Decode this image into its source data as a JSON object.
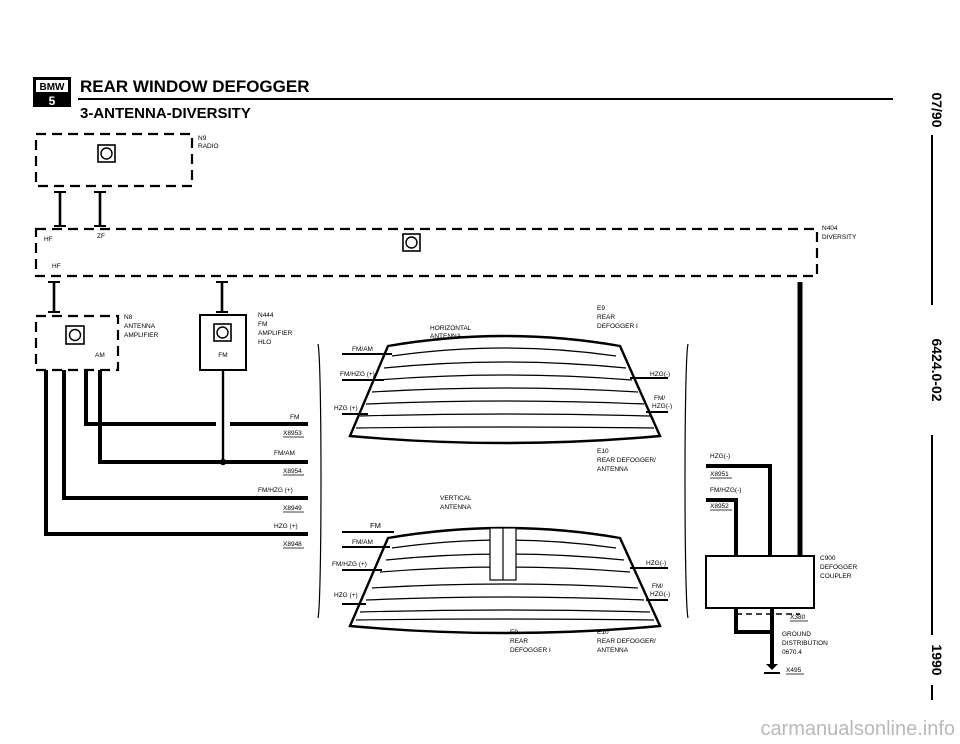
{
  "header": {
    "logo_text": "BMW",
    "series": "5",
    "title": "REAR WINDOW DEFOGGER",
    "subtitle": "3-ANTENNA-DIVERSITY"
  },
  "side_labels": {
    "date": "07/90",
    "doc_number": "6424.0-02",
    "year": "1990"
  },
  "components": {
    "radio": {
      "code": "N9",
      "name": "RADIO"
    },
    "diversity": {
      "code": "N404",
      "name": "DIVERSITY",
      "label_hf_top": "HF",
      "label_zf": "ZF",
      "label_hf_bottom": "HF"
    },
    "antenna_amp": {
      "code": "N8",
      "name1": "ANTENNA",
      "name2": "AMPLIFIER",
      "am": "AM"
    },
    "fm_amp": {
      "code": "N444",
      "name1": "FM",
      "name2": "AMPLIFIER",
      "name3": "HLO",
      "fm": "FM"
    },
    "defogger_top": {
      "code": "E9",
      "name1": "REAR",
      "name2": "DEFOGGER I"
    },
    "defogger_ant": {
      "code": "E10",
      "name1": "REAR DEFOGGER/",
      "name2": "ANTENNA"
    },
    "defogger_bottom": {
      "code": "E9",
      "name1": "REAR",
      "name2": "DEFOGGER I"
    },
    "defogger_ant_bottom": {
      "code": "E10",
      "name1": "REAR DEFOGGER/",
      "name2": "ANTENNA"
    },
    "coupler": {
      "code": "C900",
      "name1": "DEFOGGER",
      "name2": "COUPLER"
    },
    "ground": {
      "name1": "GROUND",
      "name2": "DISTRIBUTION",
      "ref": "0670.4"
    }
  },
  "antennas": {
    "horizontal1": "HORIZONTAL",
    "horizontal2": "ANTENNA",
    "vertical1": "VERTICAL",
    "vertical2": "ANTENNA"
  },
  "connectors": {
    "x8953": {
      "label": "FM",
      "code": "X8953"
    },
    "x8954": {
      "label": "FM/AM",
      "code": "X8954"
    },
    "x8949": {
      "label": "FM/HZG (+)",
      "code": "X8949"
    },
    "x8948": {
      "label": "HZG (+)",
      "code": "X8948"
    },
    "x8951": {
      "label": "HZG(-)",
      "code": "X8951"
    },
    "x8952": {
      "label": "FM/HZG(-)",
      "code": "X8952"
    },
    "x380": {
      "code": "X380"
    },
    "x495": {
      "code": "X495"
    }
  },
  "glass_top": {
    "fmam": "FM/AM",
    "fmhzg": "FM/HZG (+)",
    "hzgp": "HZG (+)",
    "hzgm": "HZG(-)",
    "fm": "FM/",
    "fmhzgm": "HZG(-)"
  },
  "glass_bottom": {
    "fm": "FM",
    "fmam": "FM/AM",
    "fmhzg": "FM/HZG (+)",
    "hzgp": "HZG (+)",
    "hzgm": "HZG(-)",
    "fmr": "FM/",
    "fmhzgm": "HZG(-)"
  },
  "watermark": "carmanualsonline.info"
}
